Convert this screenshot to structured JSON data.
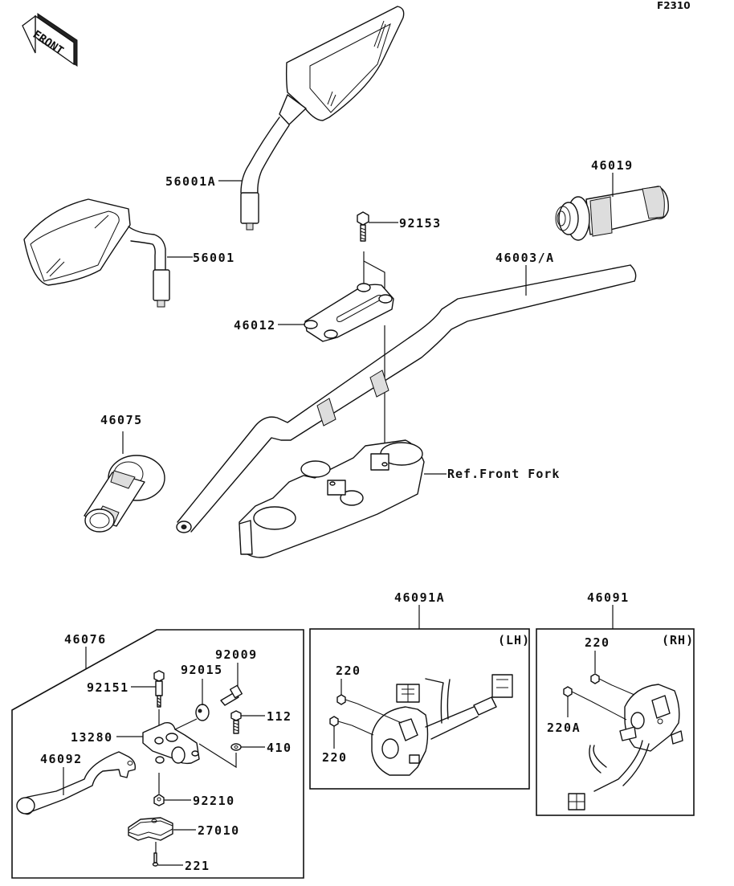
{
  "diagram_code": "F2310",
  "front_indicator": "FRONT",
  "reference_note": "Ref.Front Fork",
  "parts": {
    "mirror_right": "56001A",
    "mirror_left": "56001",
    "bolt_holder": "92153",
    "grip_throttle": "46019",
    "handlebar": "46003/A",
    "holder_upper": "46012",
    "grip_left": "46075",
    "lever_assembly": "46076",
    "switch_lh": "46091A",
    "switch_rh": "46091"
  },
  "lever_kit": {
    "bolt": "92151",
    "adjuster_dial": "92015",
    "adjuster_screw": "92009",
    "bolt_small": "112",
    "washer": "410",
    "holder": "13280",
    "lever": "46092",
    "nut": "92210",
    "switch": "27010",
    "screw": "221"
  },
  "switch_lh_box": {
    "side": "(LH)",
    "screw_a": "220",
    "screw_b": "220"
  },
  "switch_rh_box": {
    "side": "(RH)",
    "screw_a": "220",
    "screw_b": "220A"
  }
}
